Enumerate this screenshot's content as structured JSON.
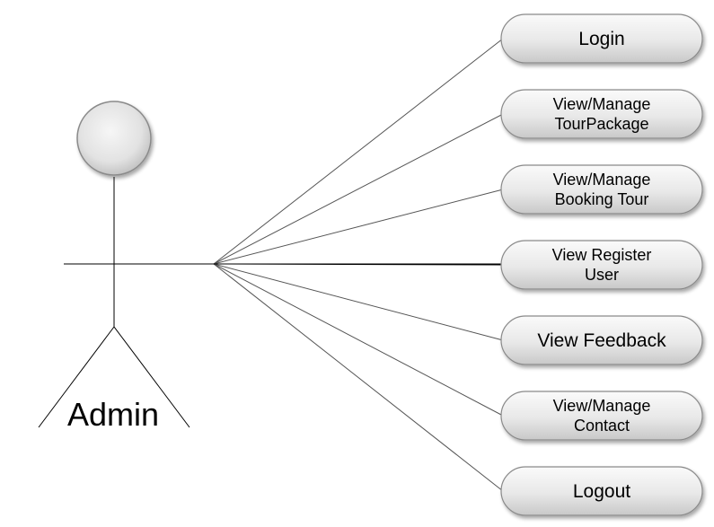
{
  "actor": {
    "label": "Admin"
  },
  "use_cases": [
    {
      "id": "login",
      "lines": [
        "Login"
      ]
    },
    {
      "id": "view-manage-tour-package",
      "lines": [
        "View/Manage",
        "TourPackage"
      ]
    },
    {
      "id": "view-manage-booking-tour",
      "lines": [
        "View/Manage",
        "Booking Tour"
      ]
    },
    {
      "id": "view-register-user",
      "lines": [
        "View Register",
        "User"
      ]
    },
    {
      "id": "view-feedback",
      "lines": [
        "View Feedback"
      ]
    },
    {
      "id": "view-manage-contact",
      "lines": [
        "View/Manage",
        "Contact"
      ]
    },
    {
      "id": "logout",
      "lines": [
        "Logout"
      ]
    }
  ],
  "colors": {
    "ellipse_fill_light": "#f4f4f4",
    "ellipse_fill_dark": "#cfcfcf",
    "ellipse_stroke": "#8a8a8a",
    "line": "#555555",
    "text": "#000000"
  }
}
